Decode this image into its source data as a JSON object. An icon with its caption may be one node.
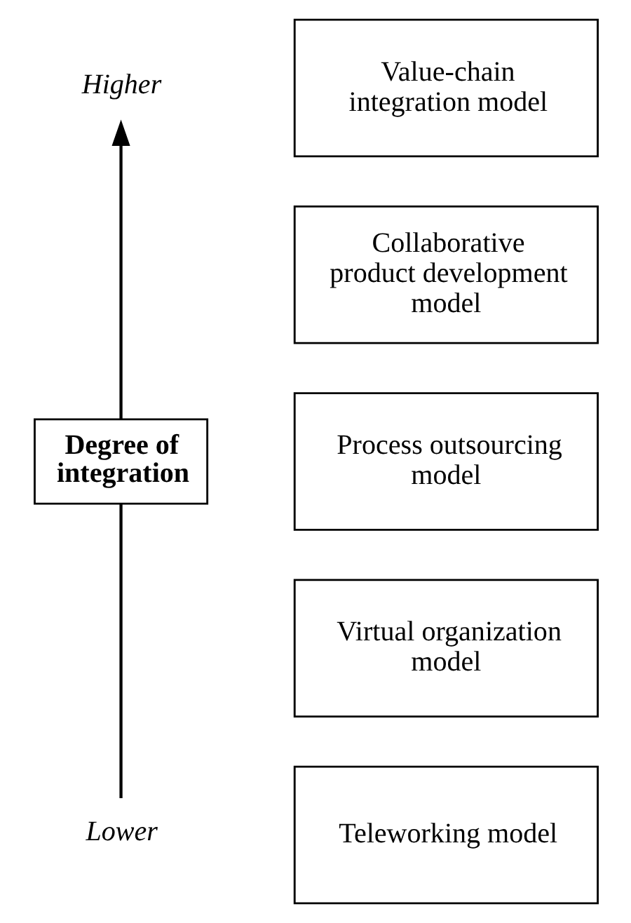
{
  "diagram": {
    "nodes": [
      {
        "text": [
          "Higher"
        ]
      },
      {
        "text": [
          "Degree of integration"
        ]
      },
      {
        "text": [
          "Lower"
        ]
      },
      {
        "text": [
          "Value-chain integration model"
        ]
      },
      {
        "text": [
          "Collaborative product development model"
        ]
      },
      {
        "text": [
          "Process outsourcing model"
        ]
      },
      {
        "text": [
          "Virtual organization model"
        ]
      },
      {
        "text": [
          "Teleworking model"
        ]
      }
    ],
    "edges": [
      {
        "from": 2,
        "to": 1,
        "arrow": "none"
      },
      {
        "from": 1,
        "to": 0,
        "arrow": "to"
      }
    ]
  }
}
